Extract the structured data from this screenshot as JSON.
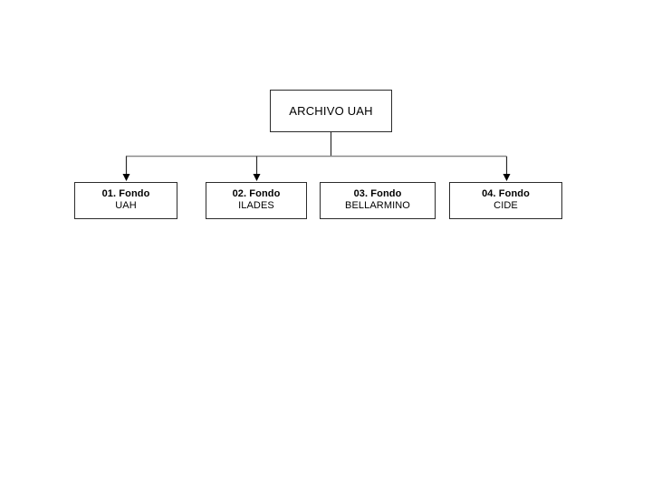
{
  "diagram": {
    "title_node": {
      "label": "ARCHIVO UAH"
    },
    "children": [
      {
        "code": "01. Fondo",
        "name": "UAH",
        "has_arrow": true
      },
      {
        "code": "02. Fondo",
        "name": "ILADES",
        "has_arrow": true
      },
      {
        "code": "03. Fondo",
        "name": "BELLARMINO",
        "has_arrow": false
      },
      {
        "code": "04. Fondo",
        "name": "CIDE",
        "has_arrow": true
      }
    ],
    "colors": {
      "background": "#ffffff",
      "box_border": "#2b2b2b",
      "text": "#000000",
      "bus_line": "#8a8a8a",
      "stem_line": "#2b2b2b",
      "arrow_fill": "#000000"
    }
  }
}
